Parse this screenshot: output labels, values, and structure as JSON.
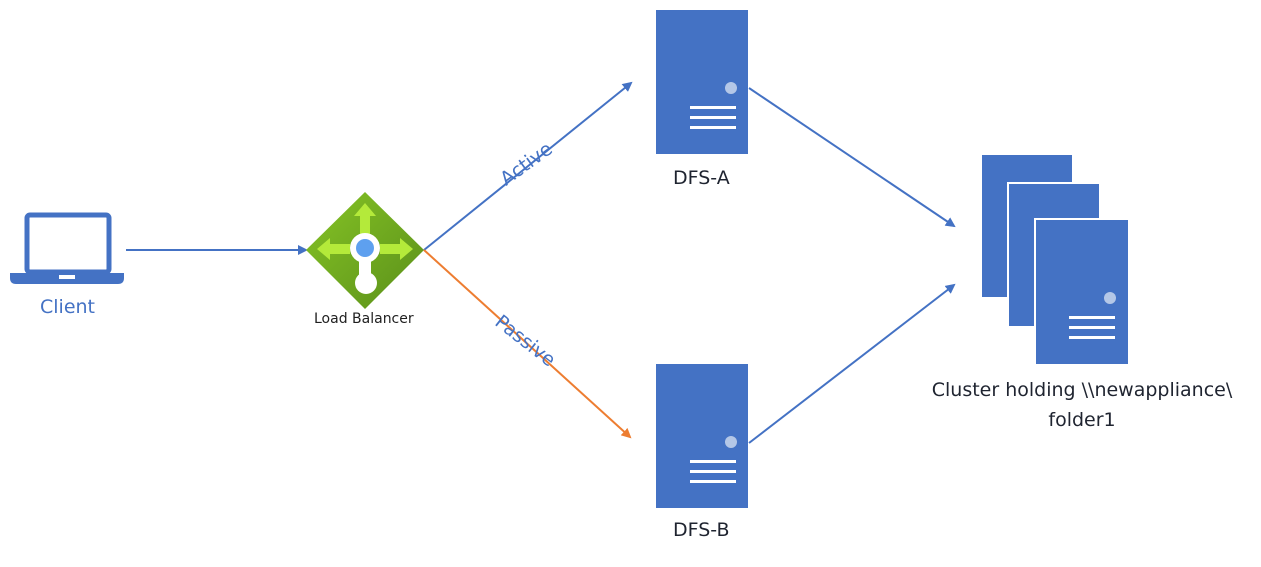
{
  "nodes": {
    "client": {
      "label": "Client"
    },
    "load_balancer": {
      "label": "Load Balancer"
    },
    "dfs_a": {
      "label": "DFS-A"
    },
    "dfs_b": {
      "label": "DFS-B"
    },
    "cluster": {
      "label_line1": "Cluster holding \\\\newappliance\\",
      "label_line2": "folder1"
    }
  },
  "edges": {
    "active": {
      "label": "Active",
      "color": "#4472c4"
    },
    "passive": {
      "label": "Passive",
      "color": "#ed7d31"
    }
  },
  "colors": {
    "server_blue": "#4472c4",
    "lb_green": "#6aa51f",
    "lb_arrow": "#b4ea3a",
    "text": "#1f2430"
  },
  "icons": {
    "client": "laptop-icon",
    "load_balancer": "load-balancer-icon",
    "server": "server-icon"
  }
}
